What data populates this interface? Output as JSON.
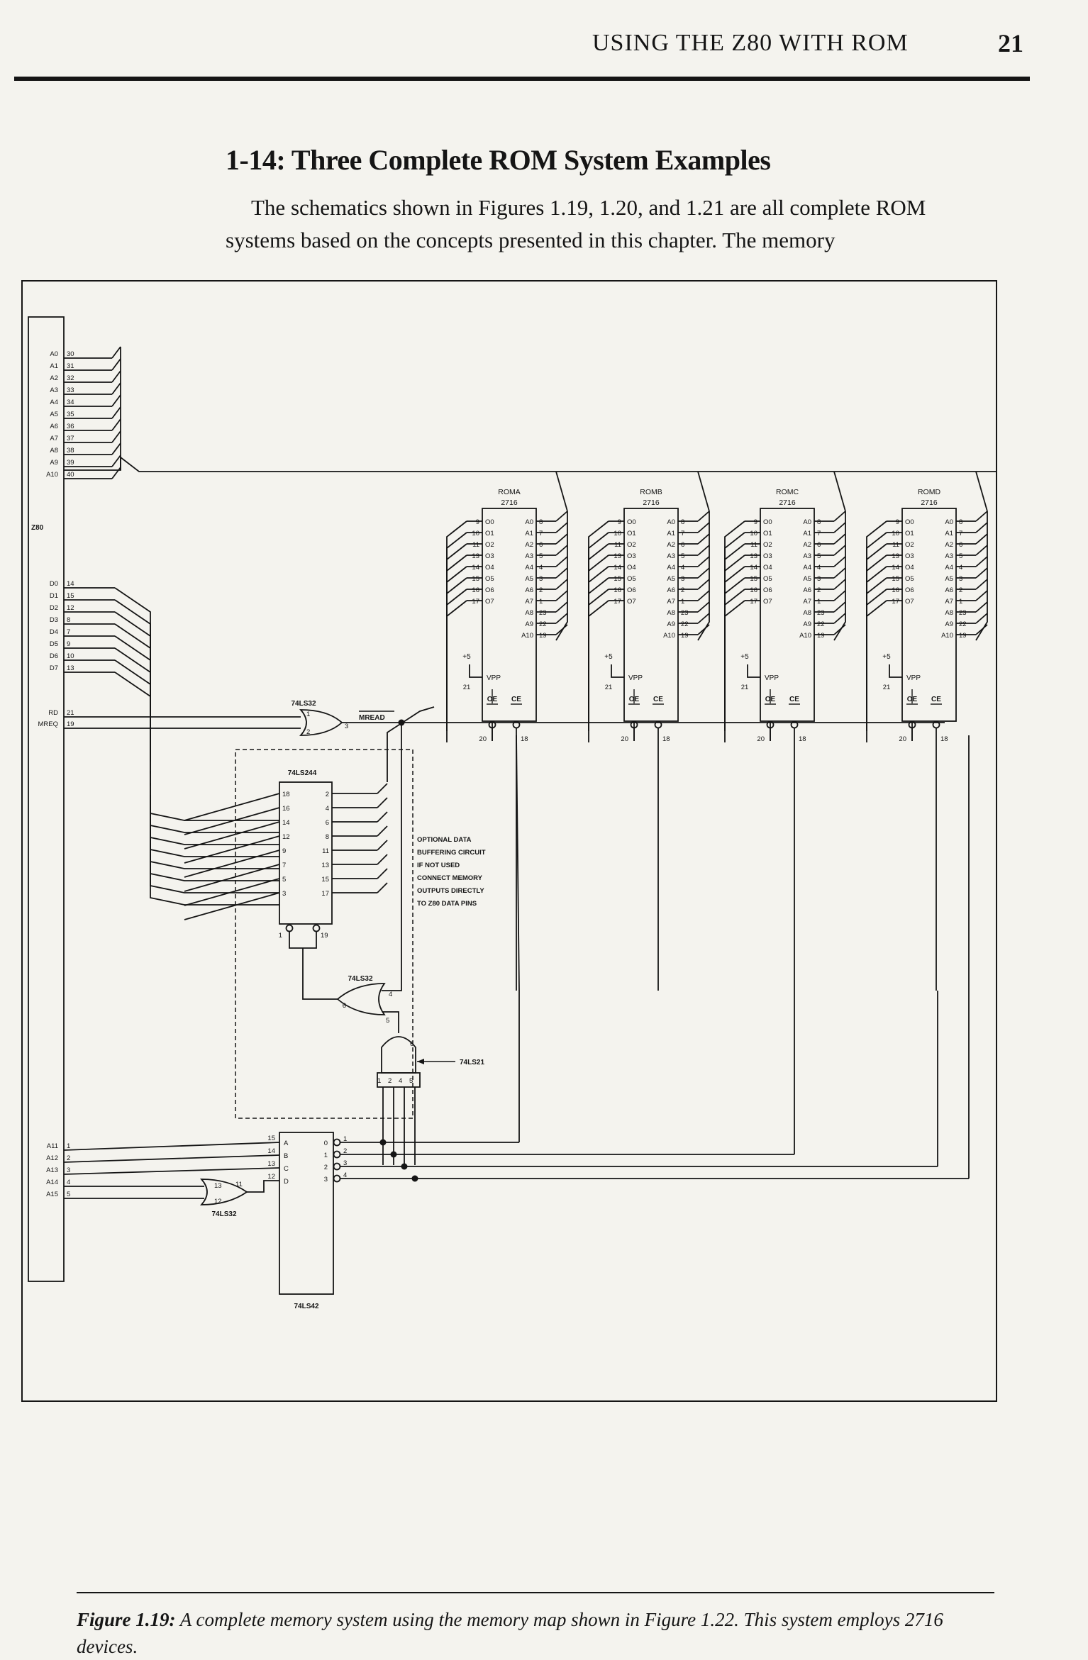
{
  "header": {
    "running_head": "USING THE Z80 WITH ROM",
    "page_number": "21"
  },
  "section": {
    "title": "1-14: Three Complete ROM System Examples",
    "paragraph": "The schematics shown in Figures 1.19, 1.20, and 1.21 are all complete ROM systems based on the concepts presented in this chapter. The memory"
  },
  "figure": {
    "cpu": {
      "name": "Z80",
      "addr_pins": [
        {
          "label": "A0",
          "pin": "30"
        },
        {
          "label": "A1",
          "pin": "31"
        },
        {
          "label": "A2",
          "pin": "32"
        },
        {
          "label": "A3",
          "pin": "33"
        },
        {
          "label": "A4",
          "pin": "34"
        },
        {
          "label": "A5",
          "pin": "35"
        },
        {
          "label": "A6",
          "pin": "36"
        },
        {
          "label": "A7",
          "pin": "37"
        },
        {
          "label": "A8",
          "pin": "38"
        },
        {
          "label": "A9",
          "pin": "39"
        },
        {
          "label": "A10",
          "pin": "40"
        }
      ],
      "data_pins": [
        {
          "label": "D0",
          "pin": "14"
        },
        {
          "label": "D1",
          "pin": "15"
        },
        {
          "label": "D2",
          "pin": "12"
        },
        {
          "label": "D3",
          "pin": "8"
        },
        {
          "label": "D4",
          "pin": "7"
        },
        {
          "label": "D5",
          "pin": "9"
        },
        {
          "label": "D6",
          "pin": "10"
        },
        {
          "label": "D7",
          "pin": "13"
        }
      ],
      "ctrl_pins": [
        {
          "label": "RD",
          "pin": "21"
        },
        {
          "label": "MREQ",
          "pin": "19"
        }
      ],
      "high_addr_pins": [
        {
          "label": "A11",
          "pin": "1"
        },
        {
          "label": "A12",
          "pin": "2"
        },
        {
          "label": "A13",
          "pin": "3"
        },
        {
          "label": "A14",
          "pin": "4"
        },
        {
          "label": "A15",
          "pin": "5"
        }
      ]
    },
    "roms": [
      {
        "name": "ROMA",
        "part": "2716"
      },
      {
        "name": "ROMB",
        "part": "2716"
      },
      {
        "name": "ROMC",
        "part": "2716"
      },
      {
        "name": "ROMD",
        "part": "2716"
      }
    ],
    "rom_pins": {
      "outputs": [
        {
          "pin": "9",
          "label": "O0"
        },
        {
          "pin": "10",
          "label": "O1"
        },
        {
          "pin": "11",
          "label": "O2"
        },
        {
          "pin": "13",
          "label": "O3"
        },
        {
          "pin": "14",
          "label": "O4"
        },
        {
          "pin": "15",
          "label": "O5"
        },
        {
          "pin": "16",
          "label": "O6"
        },
        {
          "pin": "17",
          "label": "O7"
        }
      ],
      "address": [
        {
          "pin": "8",
          "label": "A0"
        },
        {
          "pin": "7",
          "label": "A1"
        },
        {
          "pin": "6",
          "label": "A2"
        },
        {
          "pin": "5",
          "label": "A3"
        },
        {
          "pin": "4",
          "label": "A4"
        },
        {
          "pin": "3",
          "label": "A5"
        },
        {
          "pin": "2",
          "label": "A6"
        },
        {
          "pin": "1",
          "label": "A7"
        },
        {
          "pin": "23",
          "label": "A8"
        },
        {
          "pin": "22",
          "label": "A9"
        },
        {
          "pin": "19",
          "label": "A10"
        }
      ],
      "vpp": "VPP",
      "vpp_pin": "21",
      "supply": "+5",
      "oe": "OE",
      "ce": "CE",
      "oe_pin": "20",
      "ce_pin": "18"
    },
    "gates": {
      "or_mread": "74LS32",
      "or_mread_pins": [
        "1",
        "2",
        "3"
      ],
      "mread": "MREAD",
      "buffer": "74LS244",
      "buffer_left_pins": [
        "18",
        "16",
        "14",
        "12",
        "9",
        "7",
        "5",
        "3"
      ],
      "buffer_right_pins": [
        "2",
        "4",
        "6",
        "8",
        "11",
        "13",
        "15",
        "17"
      ],
      "buffer_enable_pins": [
        "1",
        "19"
      ],
      "or_buffer": "74LS32",
      "or_buffer_pins": [
        "4",
        "5",
        "6"
      ],
      "and4": "74LS21",
      "and4_pins": [
        "1",
        "2",
        "4",
        "5",
        "6"
      ],
      "decoder": "74LS42",
      "decoder_inputs": [
        {
          "pin": "15",
          "label": "A"
        },
        {
          "pin": "14",
          "label": "B"
        },
        {
          "pin": "13",
          "label": "C"
        },
        {
          "pin": "12",
          "label": "D"
        }
      ],
      "decoder_outputs": [
        {
          "label": "0",
          "pin": "1"
        },
        {
          "label": "1",
          "pin": "2"
        },
        {
          "label": "2",
          "pin": "3"
        },
        {
          "label": "3",
          "pin": "4"
        }
      ],
      "or_a15": "74LS32",
      "or_a15_pins": [
        "13",
        "12",
        "11"
      ]
    },
    "note": [
      "OPTIONAL DATA",
      "BUFFERING CIRCUIT",
      "IF NOT USED",
      "CONNECT MEMORY",
      "OUTPUTS DIRECTLY",
      "TO Z80 DATA PINS"
    ]
  },
  "caption": {
    "label": "Figure 1.19:",
    "text": " A complete memory system using the memory map shown in Figure 1.22. This system employs 2716 devices."
  }
}
